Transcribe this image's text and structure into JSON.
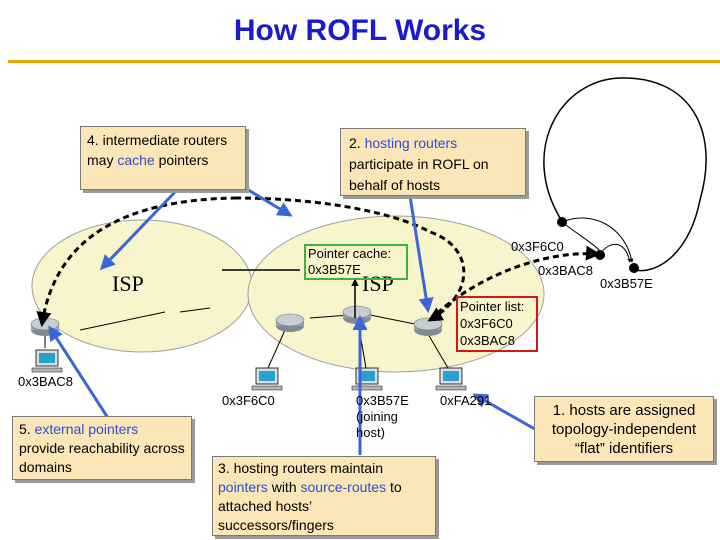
{
  "title": "How ROFL Works",
  "boxes": {
    "box4": {
      "num": "4.",
      "pre": " intermediate routers may ",
      "hl": "cache",
      "post": " pointers"
    },
    "box2": {
      "num": "2.",
      "hl": " hosting routers",
      "post": " participate in ROFL on behalf of hosts"
    },
    "box5": {
      "num": "5.",
      "hl": " external pointers",
      "post": " provide reachability across domains"
    },
    "box3": {
      "num": "3.",
      "pre": " hosting routers maintain ",
      "hl1": "pointers",
      "mid": " with ",
      "hl2": "source-routes",
      "post": " to attached hosts’ successors/fingers"
    },
    "box1": {
      "line1": "1. hosts are assigned",
      "line2": "topology-independent",
      "line3": "“flat” identifiers"
    }
  },
  "isp_left": "ISP",
  "isp_right": "ISP",
  "pointer_cache": {
    "title": "Pointer cache:",
    "value": "0x3B57E"
  },
  "pointer_list": {
    "title": "Pointer list:",
    "item1": "0x3F6C0",
    "item2": "0x3BAC8"
  },
  "hosts": {
    "left": "0x3BAC8",
    "mid1": "0x3F6C0",
    "mid2_line1": "0x3B57E",
    "mid2_line2": "(joining",
    "mid2_line3": "host)",
    "right": "0xFA291"
  },
  "ring": {
    "id1": "0x3F6C0",
    "id2": "0x3BAC8",
    "id3": "0x3B57E"
  },
  "colors": {
    "title": "#1a1ad0",
    "accent": "#2a4ed8",
    "box_fill": "#fbe6b8",
    "rule": "#f0a500",
    "cache_border": "#3cb43c",
    "list_border": "#d01818",
    "isp_fill": "#f8f4cc"
  }
}
